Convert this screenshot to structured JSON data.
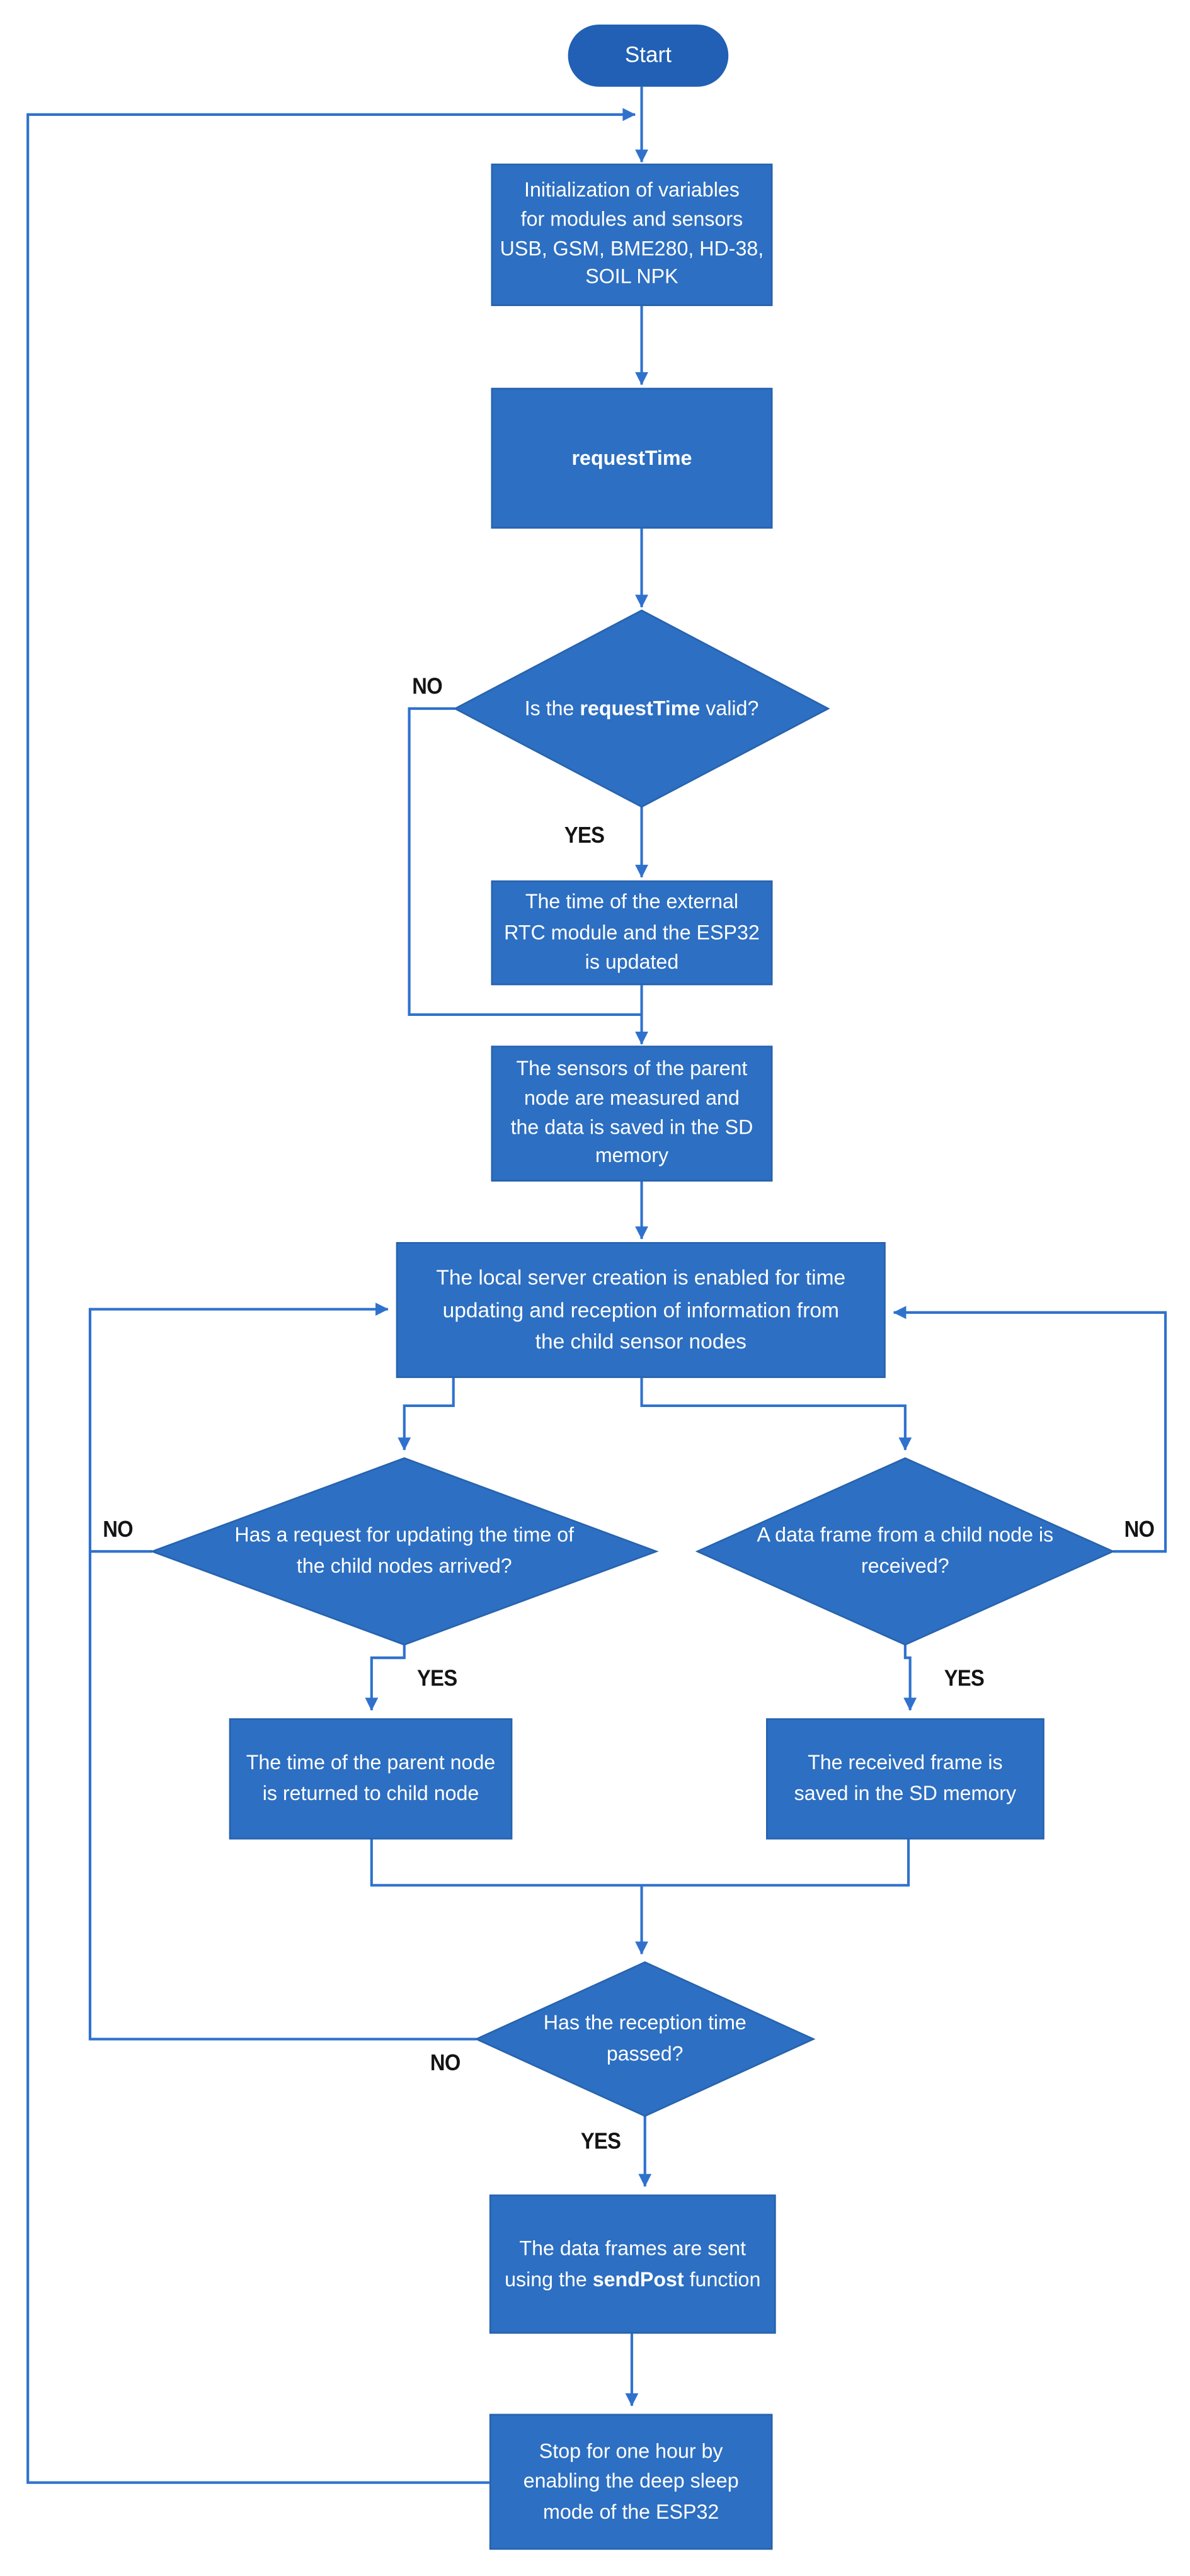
{
  "labels": {
    "yes": "YES",
    "no": "NO"
  },
  "colors": {
    "node_fill": "#2D6FC2",
    "node_border": "#2763AE",
    "terminal_fill": "#2160B4",
    "connector": "#2F72CE",
    "node_text": "#FFFFFF",
    "label_text": "#141414"
  },
  "nodes": {
    "start": {
      "label": "Start"
    },
    "init": {
      "lines": [
        "Initialization of variables",
        "for modules and sensors",
        "USB, GSM,  BME280, HD-38,",
        "SOIL NPK"
      ]
    },
    "request_time": {
      "label": "requestTime"
    },
    "d_request_valid": {
      "pre": "Is the ",
      "bold": "requestTime",
      "post": " valid?"
    },
    "rtc_update": {
      "lines": [
        "The time of the external",
        "RTC module and the ESP32",
        "is updated"
      ]
    },
    "sensors_measure": {
      "lines": [
        "The sensors of the parent",
        "node are measured and",
        "the data is saved in the SD",
        "memory"
      ]
    },
    "local_server": {
      "lines": [
        "The local server creation is enabled for time",
        "updating and reception of information from",
        "the child sensor nodes"
      ]
    },
    "d_time_request": {
      "lines": [
        "Has a request for updating the time of",
        "the child nodes arrived?"
      ]
    },
    "d_data_frame": {
      "lines": [
        "A data frame from a child node is",
        "received?"
      ]
    },
    "return_time": {
      "lines": [
        "The time of the parent node",
        "is returned to child node"
      ]
    },
    "save_frame": {
      "lines": [
        "The received frame is",
        "saved in the SD memory"
      ]
    },
    "d_reception_time": {
      "lines": [
        "Has the reception time",
        "passed?"
      ]
    },
    "send_frames": {
      "line1": "The data frames are sent",
      "line2_pre": "using the ",
      "line2_bold": "sendPost",
      "line2_post": " function"
    },
    "deep_sleep": {
      "lines": [
        "Stop for one hour by",
        "enabling the deep sleep",
        "mode of the ESP32"
      ]
    }
  }
}
